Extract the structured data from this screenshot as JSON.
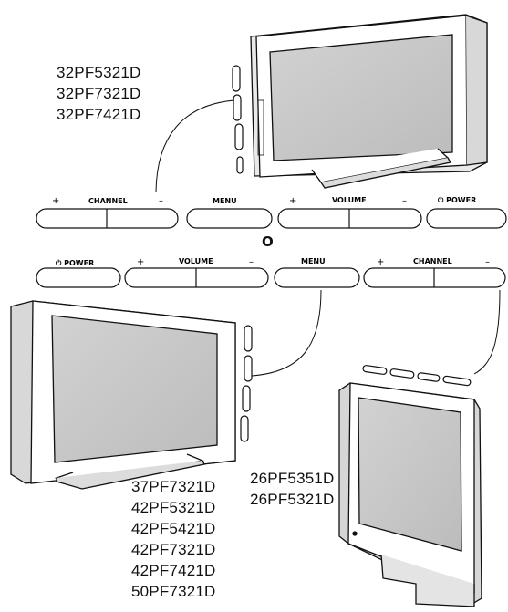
{
  "model_groups": {
    "top": [
      "32PF5321D",
      "32PF7321D",
      "32PF7421D"
    ],
    "bottom_left": [
      "37PF7321D",
      "42PF5321D",
      "42PF5421D",
      "42PF7321D",
      "42PF7421D",
      "50PF7321D"
    ],
    "bottom_right": [
      "26PF5351D",
      "26PF5321D"
    ]
  },
  "separator": "O",
  "button_row_top": {
    "channel": {
      "label": "CHANNEL",
      "plus": "+",
      "minus": "–"
    },
    "menu": "MENU",
    "volume": {
      "label": "VOLUME",
      "plus": "+",
      "minus": "–"
    },
    "power": "⏻ POWER"
  },
  "button_row_bottom": {
    "power": "⏻ POWER",
    "volume": {
      "label": "VOLUME",
      "plus": "+",
      "minus": "–"
    },
    "menu": "MENU",
    "channel": {
      "label": "CHANNEL",
      "plus": "+",
      "minus": "–"
    }
  }
}
